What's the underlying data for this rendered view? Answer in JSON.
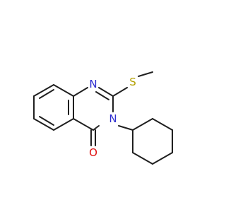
{
  "colors": {
    "background": "#ffffff",
    "bond": "#1f1f1f",
    "N": "#2f2fd0",
    "S": "#b3a000",
    "O": "#e01010"
  },
  "atoms": [
    {
      "id": "n1",
      "label": "N"
    },
    {
      "id": "n3",
      "label": "N"
    },
    {
      "id": "s",
      "label": "S"
    },
    {
      "id": "o",
      "label": "O"
    }
  ]
}
